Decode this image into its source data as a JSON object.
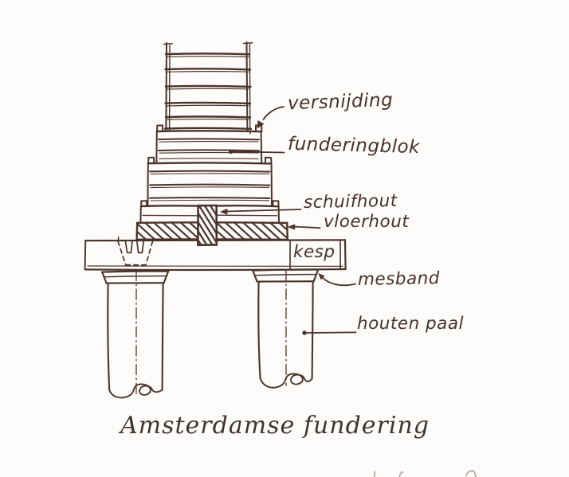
{
  "diagram": {
    "caption": "Amsterdamse fundering",
    "ink_color": "#4b332b",
    "paper_color": "#fdfcfa",
    "labels": [
      {
        "id": "versnijding",
        "text": "versnijding"
      },
      {
        "id": "funderingblok",
        "text": "funderingblok"
      },
      {
        "id": "schuifhout",
        "text": "schuifhout"
      },
      {
        "id": "vloerhout",
        "text": "vloerhout"
      },
      {
        "id": "kesp",
        "text": "kesp"
      },
      {
        "id": "mesband",
        "text": "mesband"
      },
      {
        "id": "houten-paal",
        "text": "houten paal"
      }
    ]
  }
}
